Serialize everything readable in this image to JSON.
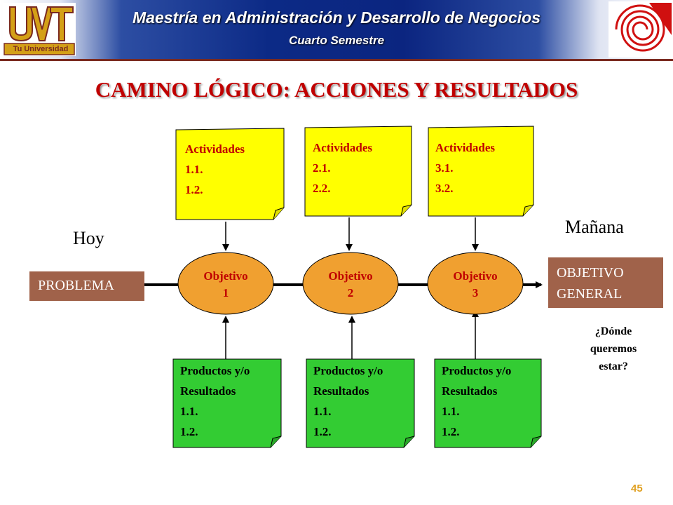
{
  "header": {
    "title": "Maestría en Administración y Desarrollo de Negocios",
    "subtitle": "Cuarto Semestre",
    "logo_left_text": "Tu Universidad",
    "logo_left_letters": "UVT"
  },
  "slide": {
    "title": "CAMINO LÓGICO: ACCIONES Y RESULTADOS",
    "page_number": "45"
  },
  "diagram": {
    "left_label": "Hoy",
    "right_label": "Mañana",
    "start_box": "PROBLEMA",
    "end_box": [
      "OBJETIVO",
      "GENERAL"
    ],
    "question": [
      "¿Dónde",
      "queremos",
      "estar?"
    ],
    "activities": [
      [
        "Actividades",
        "1.1.",
        "1.2."
      ],
      [
        "Actividades",
        "2.1.",
        "2.2."
      ],
      [
        "Actividades",
        "3.1.",
        "3.2."
      ]
    ],
    "objectives": [
      [
        "Objetivo",
        "1"
      ],
      [
        "Objetivo",
        "2"
      ],
      [
        "Objetivo",
        "3"
      ]
    ],
    "products": [
      [
        "Productos y/o",
        "Resultados",
        "1.1.",
        "1.2."
      ],
      [
        "Productos y/o",
        "Resultados",
        "1.1.",
        "1.2."
      ],
      [
        "Productos y/o",
        "Resultados",
        "1.1.",
        "1.2."
      ]
    ]
  },
  "colors": {
    "title_red": "#c00000",
    "activity_note": "#ffff00",
    "product_note": "#33cc33",
    "objective_oval": "#f0a030",
    "brown_box": "#a0624a"
  }
}
